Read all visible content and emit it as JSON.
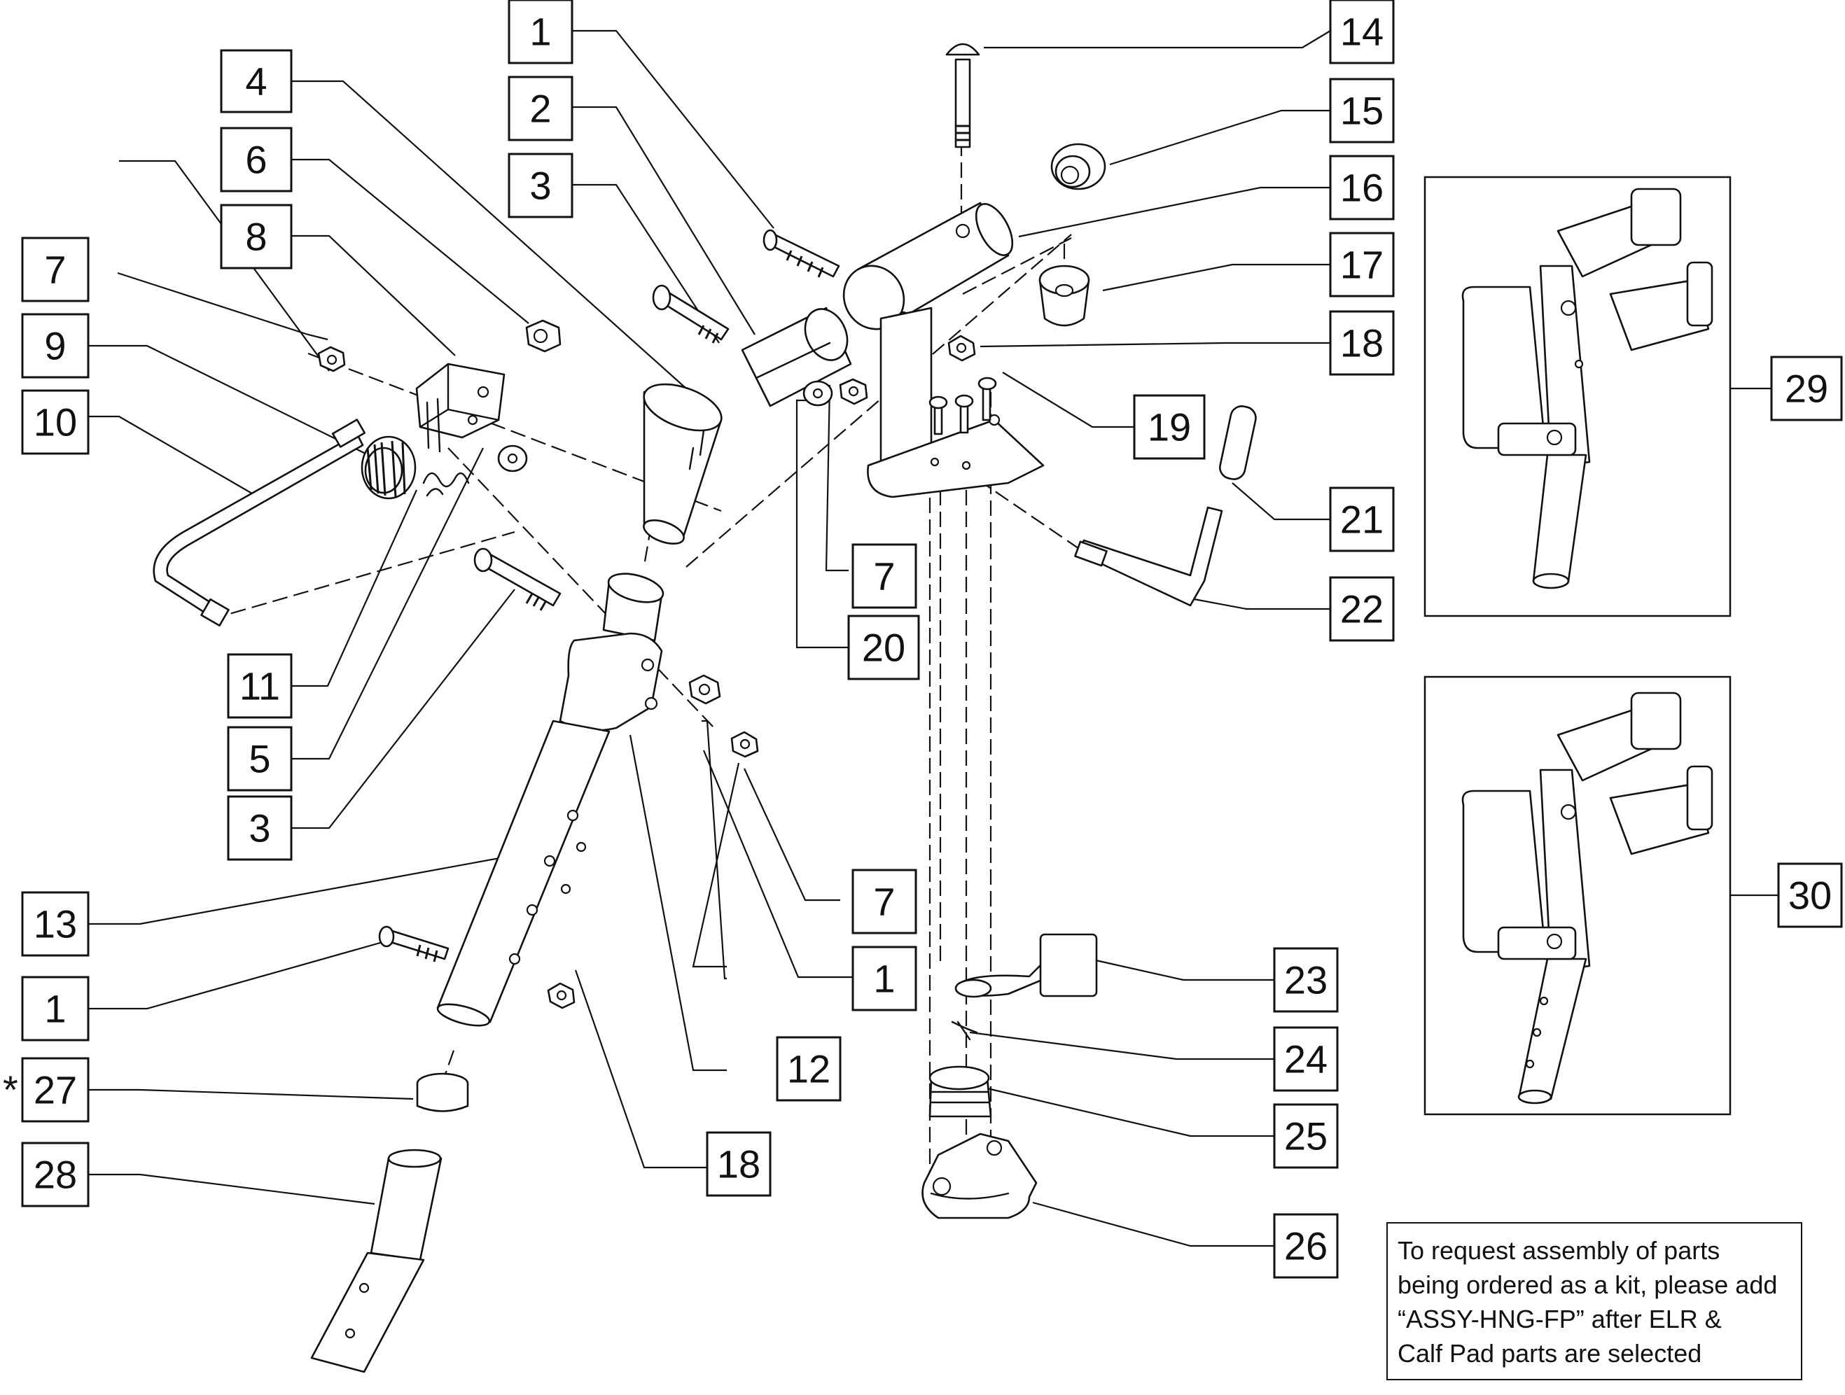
{
  "callouts": {
    "c1_top": "1",
    "c2": "2",
    "c3_top": "3",
    "c4": "4",
    "c6": "6",
    "c8": "8",
    "c7_top": "7",
    "c9": "9",
    "c10": "10",
    "c11": "11",
    "c5": "5",
    "c3_bottom": "3",
    "c13": "13",
    "c1_left": "1",
    "c27": "27",
    "c28": "28",
    "c18_bottom": "18",
    "c12": "12",
    "c7_mid": "7",
    "c20": "20",
    "c7_lower": "7",
    "c1_lower": "1",
    "c14": "14",
    "c15": "15",
    "c16": "16",
    "c17": "17",
    "c18_top": "18",
    "c19": "19",
    "c21": "21",
    "c22": "22",
    "c23": "23",
    "c24": "24",
    "c25": "25",
    "c26": "26",
    "c29": "29",
    "c30": "30"
  },
  "asterisk": "*",
  "note": {
    "lines": [
      "To request assembly of parts",
      "being ordered as a kit, please add",
      "“ASSY-HNG-FP” after ELR &",
      "Calf Pad parts are selected"
    ]
  }
}
